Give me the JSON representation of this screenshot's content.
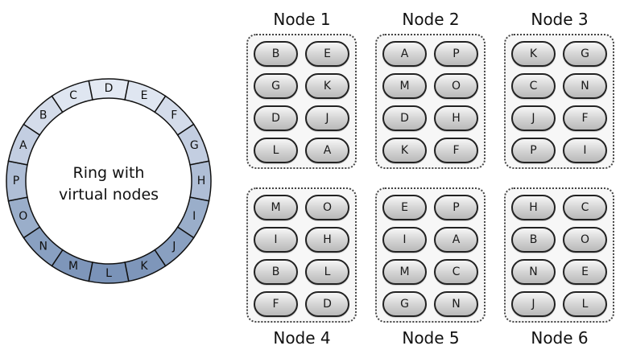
{
  "ring": {
    "label_lines": [
      "Ring with",
      "virtual nodes"
    ],
    "segments": [
      "D",
      "E",
      "F",
      "G",
      "H",
      "I",
      "J",
      "K",
      "L",
      "M",
      "N",
      "O",
      "P",
      "A",
      "B",
      "C"
    ],
    "colors": {
      "light": "#e3e9f3",
      "dark": "#7a93b8",
      "stroke": "#111111"
    }
  },
  "nodes": [
    {
      "title": "Node 1",
      "vnodes": [
        "B",
        "E",
        "G",
        "K",
        "D",
        "J",
        "L",
        "A"
      ]
    },
    {
      "title": "Node 2",
      "vnodes": [
        "A",
        "P",
        "M",
        "O",
        "D",
        "H",
        "K",
        "F"
      ]
    },
    {
      "title": "Node 3",
      "vnodes": [
        "K",
        "G",
        "C",
        "N",
        "J",
        "F",
        "P",
        "I"
      ]
    },
    {
      "title": "Node 4",
      "vnodes": [
        "M",
        "O",
        "I",
        "H",
        "B",
        "L",
        "F",
        "D"
      ]
    },
    {
      "title": "Node 5",
      "vnodes": [
        "E",
        "P",
        "I",
        "A",
        "M",
        "C",
        "G",
        "N"
      ]
    },
    {
      "title": "Node 6",
      "vnodes": [
        "H",
        "C",
        "B",
        "O",
        "N",
        "E",
        "J",
        "L"
      ]
    }
  ]
}
